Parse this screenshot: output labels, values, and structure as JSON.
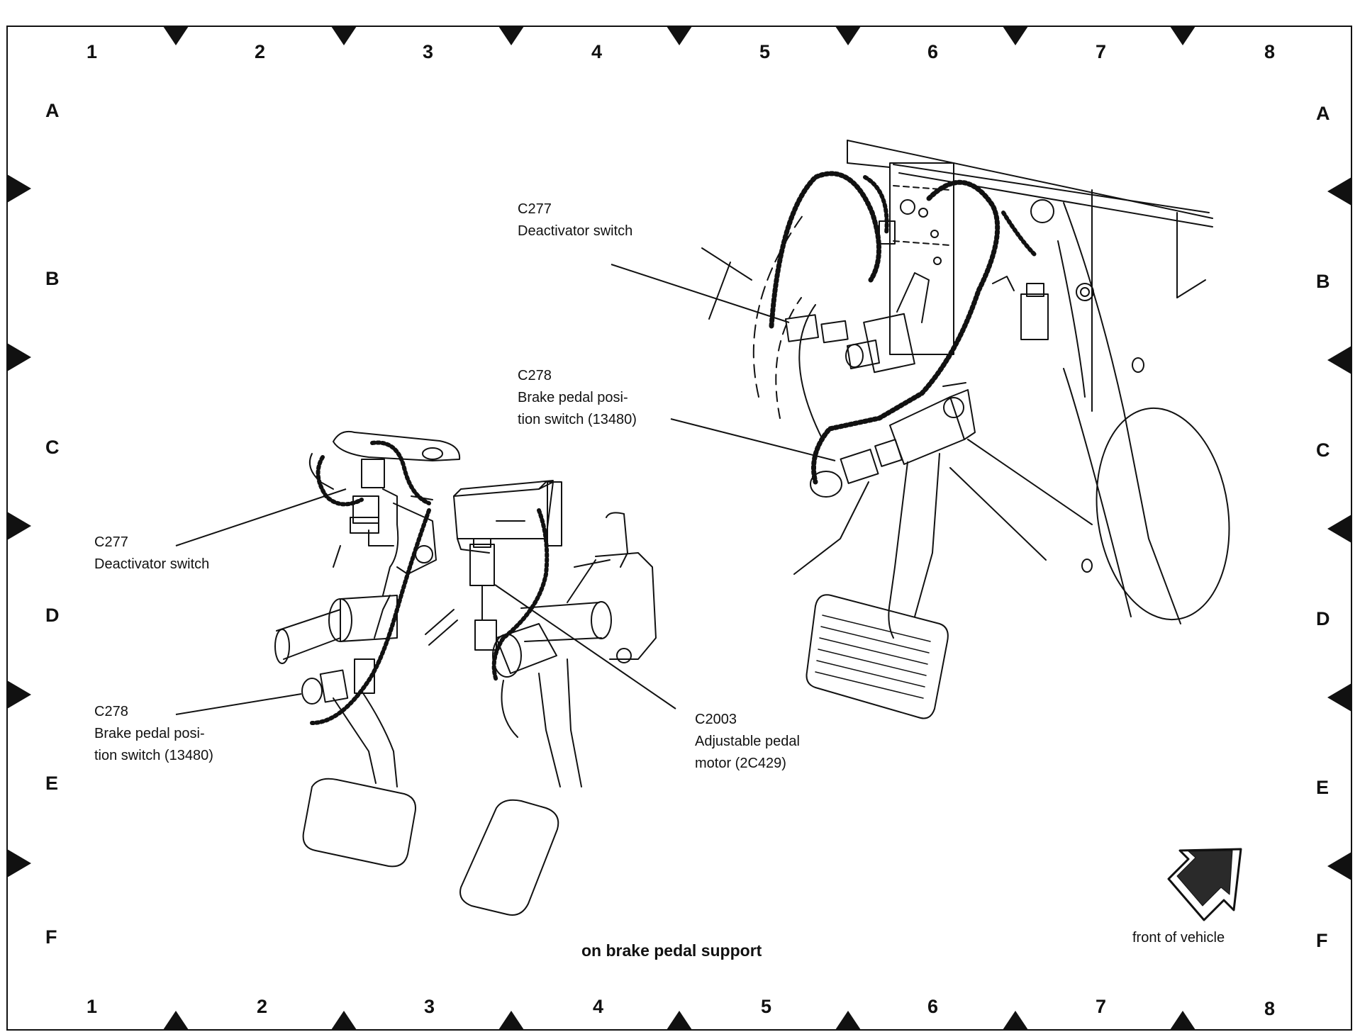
{
  "grid": {
    "columns": [
      "1",
      "2",
      "3",
      "4",
      "5",
      "6",
      "7",
      "8"
    ],
    "rows": [
      "A",
      "B",
      "C",
      "D",
      "E",
      "F"
    ]
  },
  "labels": {
    "c277_right": {
      "code": "C277",
      "lines": [
        "Deactivator switch"
      ]
    },
    "c278_right": {
      "code": "C278",
      "lines": [
        "Brake pedal posi-",
        "tion switch (13480)"
      ]
    },
    "c277_left": {
      "code": "C277",
      "lines": [
        "Deactivator switch"
      ]
    },
    "c278_left": {
      "code": "C278",
      "lines": [
        "Brake pedal posi-",
        "tion switch (13480)"
      ]
    },
    "c2003": {
      "code": "C2003",
      "lines": [
        "Adjustable pedal",
        "motor (2C429)"
      ]
    }
  },
  "caption": "on brake pedal support",
  "front_label": "front of vehicle",
  "colors": {
    "line": "#111111",
    "background": "#ffffff",
    "arrow_fill": "#2a2a2a"
  }
}
